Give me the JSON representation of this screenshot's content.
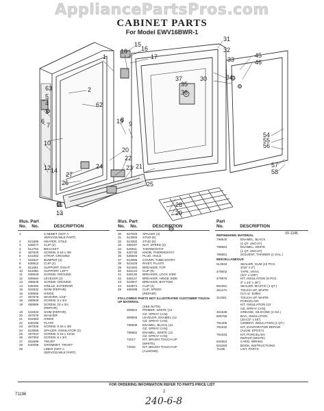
{
  "watermark": "AppliancePartsPros.com",
  "title": "CABINET PARTS",
  "model": "For Model EWV16BWR-1",
  "diagram_callouts": [
    "15",
    "16",
    "17",
    "31",
    "1",
    "18",
    "32",
    "33",
    "45",
    "46",
    "34",
    "2",
    "63",
    "5",
    "4",
    "3",
    "35",
    "36",
    "37",
    "30",
    "62",
    "6",
    "7",
    "10",
    "8",
    "9",
    "19",
    "20",
    "22",
    "21",
    "24",
    "23",
    "27",
    "26",
    "25",
    "28",
    "29",
    "54",
    "55",
    "56",
    "57",
    "58",
    "12",
    "14",
    "11",
    "13"
  ],
  "diagram_code": "VF-1196",
  "headers": {
    "c1": {
      "illus": "Illus. Part",
      "no": "No.",
      "part": "No.",
      "desc": "DESCRIPTION"
    },
    "c2": {
      "illus": "Illus. Part",
      "no": "No.",
      "part": "No.",
      "desc": "DESCRIPTION"
    },
    "c3": {
      "part": "Part",
      "no": "No.",
      "desc": "DESCRIPTION"
    }
  },
  "col1": [
    {
      "n": "1",
      "p": "",
      "d": "CABINET (NOT A"
    },
    {
      "n": "",
      "p": "",
      "d": "SERVICEABLE PART)"
    },
    {
      "n": "2",
      "p": "521665",
      "d": "HEATER, STILE"
    },
    {
      "n": "3",
      "p": "538277",
      "d": "CLIP (2)"
    },
    {
      "n": "4",
      "p": "512752",
      "d": "BRACKET"
    },
    {
      "n": "5",
      "p": "487525",
      "d": "SCREW, 8-18 x 3/8"
    },
    {
      "n": "6",
      "p": "541062",
      "d": "STRAP, GROUND"
    },
    {
      "n": "7",
      "p": "534527",
      "d": "BUMPER (2)"
    },
    {
      "n": "8",
      "p": "538613",
      "d": "CLIP (2)"
    },
    {
      "n": "9",
      "p": "811661",
      "d": "SUPPORT, RIGHT"
    },
    {
      "n": "10",
      "p": "811660",
      "d": "SUPPORT, LEFT"
    },
    {
      "n": "11",
      "p": "488648",
      "d": "SCREW, GROUND"
    },
    {
      "n": "12",
      "p": "535694",
      "d": "LEVELER (2)"
    },
    {
      "n": "13",
      "p": "488648",
      "d": "SCREW, GROUND"
    },
    {
      "n": "14",
      "p": "539492",
      "d": "GRILLE, EXTERIOR"
    },
    {
      "n": "15",
      "p": "532632",
      "d": "SHIM (REPAIR)"
    },
    {
      "n": "16",
      "p": "535555",
      "d": "HINGE"
    },
    {
      "n": "17",
      "p": "487576",
      "d": "WASHER, 1/16\""
    },
    {
      "n": "18",
      "p": "488949",
      "d": "SCREW, 8 x 3/4"
    },
    {
      "n": "19",
      "p": "486869",
      "d": "SCREW, 10 x 3/4"
    },
    {
      "n": "",
      "p": "",
      "d": "(REPAIR)"
    },
    {
      "n": "19",
      "p": "534833",
      "d": "SHIM (REPAIR)"
    },
    {
      "n": "20",
      "p": "487576",
      "d": "WASHER"
    },
    {
      "n": "21",
      "p": "631663",
      "d": "HINGE"
    },
    {
      "n": "22",
      "p": "536195",
      "d": "PLATE"
    },
    {
      "n": "23",
      "p": "487526",
      "d": "SCREW, 8-18 x 3/8"
    },
    {
      "n": "24",
      "p": "623595",
      "d": "SPACER, INSULATOR (2)"
    },
    {
      "n": "25",
      "p": "487524",
      "d": "SCREW, 8-18 x 13/16"
    },
    {
      "n": "26",
      "p": "487353",
      "d": "SCREW, 8 x 3/4"
    },
    {
      "n": "27",
      "p": "632599",
      "d": "TRIVET"
    },
    {
      "n": "28",
      "p": "540098",
      "d": "GROMMET, TRIVET"
    },
    {
      "n": "29",
      "p": "",
      "d": "LINER (NOT A"
    },
    {
      "n": "",
      "p": "",
      "d": "SERVICEABLE PART)"
    }
  ],
  "col2a": [
    {
      "n": "30",
      "p": "527025",
      "d": "SPACER (2)"
    },
    {
      "n": "31",
      "p": "513003",
      "d": "STUD (6)"
    },
    {
      "n": "32",
      "p": "513002",
      "d": "STUD (6)"
    },
    {
      "n": "33",
      "p": "488197",
      "d": "NUT, SPEED (2)"
    },
    {
      "n": "34",
      "p": "549511",
      "d": "THERMOSTAT"
    },
    {
      "n": "35",
      "p": "540730",
      "d": "KNOB, THERMOSTAT"
    },
    {
      "n": "36",
      "p": "535926",
      "d": "PLUG, HOLE"
    },
    {
      "n": "37",
      "p": "513086",
      "d": "COVER, TUBE ENTRY"
    },
    {
      "n": "38",
      "p": "523429",
      "d": "RIVET, PLASTI"
    },
    {
      "n": "39",
      "p": "531560",
      "d": "BREAKER, TOP"
    },
    {
      "n": "40",
      "p": "534124",
      "d": "CLIP (6)"
    },
    {
      "n": "41",
      "p": "539130",
      "d": "BREAKER, LOCK SIDE"
    },
    {
      "n": "42",
      "p": "536127",
      "d": "BREAKER, HINGE SIDE"
    },
    {
      "n": "43",
      "p": "519007",
      "d": "BREAKER, BOTTOM"
    },
    {
      "n": "44",
      "p": "533974",
      "d": "CLIP (4)"
    },
    {
      "n": "45",
      "p": "488298",
      "d": "CLIP, SPEED"
    },
    {
      "n": "",
      "p": "",
      "d": "(REPAIR)"
    }
  ],
  "col2b_heading": "FOLLOWING PARTS NOT ILLUSTRATED CUSTOMER TOUCH-UP MATERIAL",
  "col2b": [
    {
      "n": "",
      "p": "",
      "d": "(SEE NOTE)"
    },
    {
      "n": "",
      "p": "309922",
      "d": "PRIMER, WHITE (12"
    },
    {
      "n": "",
      "p": "",
      "d": "OZ. SPRAY CAN)"
    },
    {
      "n": "",
      "p": "309926",
      "d": "LEVELER, ENAMEL (12"
    },
    {
      "n": "",
      "p": "",
      "d": "OZ. SPRAY CAN)"
    },
    {
      "n": "",
      "p": "799539",
      "d": "ENAMEL, BLACK (12"
    },
    {
      "n": "",
      "p": "",
      "d": "OZ. SPRAY CAN)"
    },
    {
      "n": "",
      "p": "799562",
      "d": "ENAMEL, WHITE (12"
    },
    {
      "n": "",
      "p": "",
      "d": "OZ. SPRAY CAN)"
    },
    {
      "n": "",
      "p": "72017",
      "d": "KIT, BRUSH TOUCH-UP"
    },
    {
      "n": "",
      "p": "",
      "d": "(WHITE)"
    },
    {
      "n": "",
      "p": "72032",
      "d": "KIT, BRUSH TOUCH-UP"
    },
    {
      "n": "",
      "p": "",
      "d": "(ALMOND)"
    }
  ],
  "col3a_heading": "REFINISHING MATERIAL",
  "col3a": [
    {
      "p": "799540",
      "d": "ENAMEL, BLACK"
    },
    {
      "p": "",
      "d": "(1 QT. UNCUT)"
    },
    {
      "p": "799564",
      "d": "ENAMEL, WHITE"
    },
    {
      "p": "",
      "d": "(1 QT. UNCUT)"
    },
    {
      "p": "799551",
      "d": "SOLVENT, THINNER (1 GAL.)"
    }
  ],
  "col3b_heading": "MISCELLANEOUS",
  "col3b": [
    {
      "p": "513943",
      "d": "SEALER, GUM (12 PCS."
    },
    {
      "p": "",
      "d": "3/16\" x 3\")"
    },
    {
      "p": "479002",
      "d": "TAPE, VINYL"
    },
    {
      "p": "",
      "d": "(3/4\" x 108\")"
    },
    {
      "p": "479976",
      "d": "KIT, INSULATION (6 PCS."
    },
    {
      "p": "",
      "d": "3\" x 24\" x 48\")"
    },
    {
      "p": "551081",
      "d": "SEALER, MASTIC (1 QT.)"
    },
    {
      "p": "311273",
      "d": "TOUCH-UP, WHITE"
    },
    {
      "p": "",
      "d": "(1/4 oz. bottle)"
    },
    {
      "p": "311561",
      "d": "TOUCH-UP, WHITE"
    },
    {
      "p": "",
      "d": "PORCELAIN"
    },
    {
      "p": "",
      "d": "KIT, INSULATION (12"
    },
    {
      "p": "",
      "d": "OZ. SPRAY CAN)"
    },
    {
      "p": "481636",
      "d": "GREASE, SILICONE (2 OZ.)"
    },
    {
      "p": "606785",
      "d": "BAG, INSULATION"
    },
    {
      "p": "",
      "d": "(20-1/2\" x 48\")"
    },
    {
      "p": "791405",
      "d": "CEMENT, INSULATION (1 QT.)"
    },
    {
      "p": "791632",
      "d": "KIT, EVAPORATOR REPAIR"
    },
    {
      "p": "",
      "d": "(ALUM. EPOXY)"
    },
    {
      "p": "791633",
      "d": "KIT, PORCELAIN"
    },
    {
      "p": "",
      "d": "REPAIR (WHITE)"
    },
    {
      "p": "842604",
      "d": "CARD, WIRING"
    },
    {
      "p": "524493",
      "d": "BOOK, INSTRUCTIONS"
    },
    {
      "p": "71196",
      "d": "LIST, PARTS"
    }
  ],
  "footer": "FOR ORDERING INFORMATION REFER TO PARTS PRICE LIST",
  "page_code": "71196",
  "page_number": "2",
  "handwritten": "240-6-8"
}
